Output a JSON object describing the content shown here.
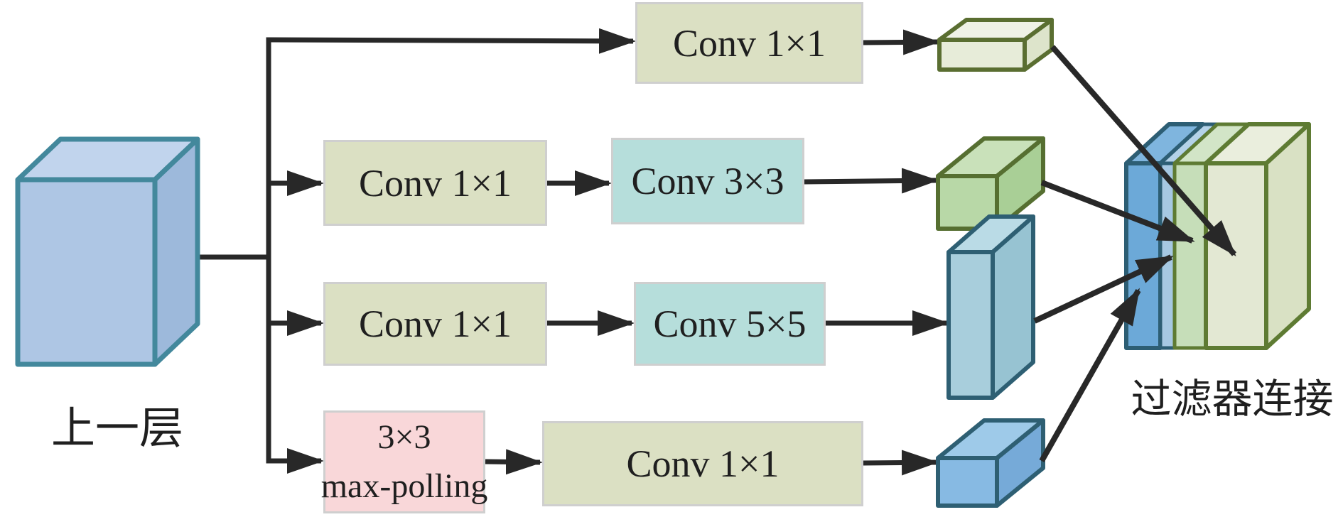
{
  "labels": {
    "input": "上一层",
    "output": "过滤器连接"
  },
  "boxes": {
    "branch1_conv": "Conv 1×1",
    "branch2_conv1": "Conv 1×1",
    "branch2_conv2": "Conv 3×3",
    "branch3_conv1": "Conv 1×1",
    "branch3_conv2": "Conv 5×5",
    "branch4_pool_line1": "3×3",
    "branch4_pool_line2": "max-polling",
    "branch4_conv": "Conv 1×1"
  },
  "colors": {
    "conv_box_fill": "#dbe0c3",
    "conv_large_box_fill": "#b6dedb",
    "pool_box_fill": "#f9d7d9",
    "box_border": "#cfcfcf",
    "input_cube_fill": "#aec6e4",
    "input_cube_border": "#43889c",
    "branch1_slab_fill": "#e7ecd9",
    "branch1_slab_border": "#5a6e31",
    "branch2_cube_fill": "#b8d8a7",
    "branch2_cube_border": "#566f31",
    "branch3_cube_fill": "#a8cedc",
    "branch3_cube_border": "#2e5f73",
    "branch4_cube_fill": "#87bae3",
    "branch4_cube_border": "#2e5f73",
    "concat_slab1_fill": "#6ca9d8",
    "concat_slab2_fill": "#a6c8e2",
    "concat_slab3_fill": "#c6deb9",
    "concat_slab4_fill": "#e3e8d3",
    "arrow_color": "#282828"
  }
}
